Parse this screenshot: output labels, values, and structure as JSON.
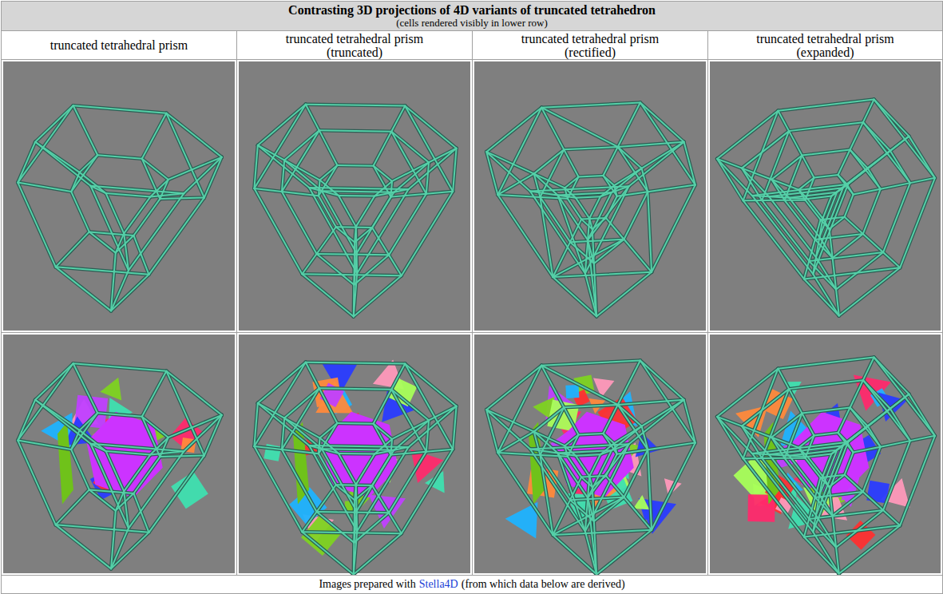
{
  "diagram": {
    "title": "Contrasting 3D projections of 4D variants of truncated tetrahedron",
    "labels": [
      "(cells rendered visibly in lower row)",
      "truncated tetrahedral prism",
      "truncated tetrahedral prism (truncated)",
      "truncated tetrahedral prism (rectified)",
      "truncated tetrahedral prism (expanded)",
      "Images prepared with",
      "Stella4D",
      "(from which data below are derived)"
    ]
  }
}
